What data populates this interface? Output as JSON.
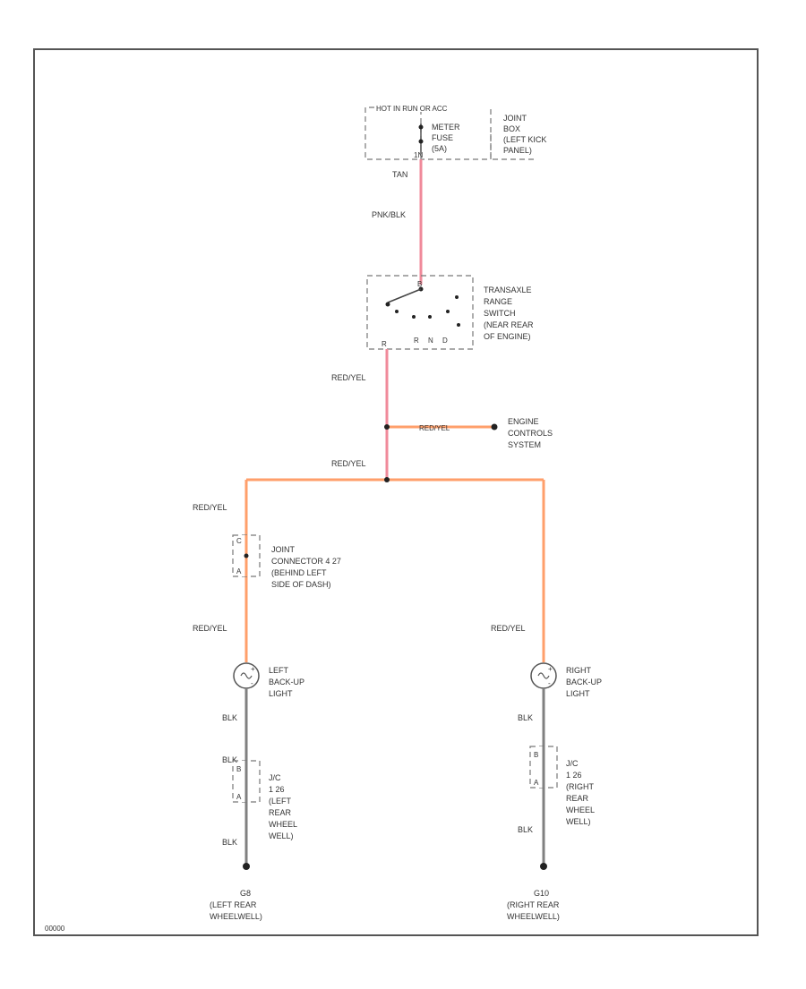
{
  "diagram_id": "00000",
  "colors": {
    "pink_wire": "#f08a9a",
    "orange_wire": "#ff9f6b",
    "gray_wire": "#808080",
    "node": "#222222",
    "border": "#555555"
  },
  "fuse_box": {
    "header": "HOT IN RUN OR ACC",
    "fuse_label": [
      "METER",
      "FUSE",
      "(5A)"
    ],
    "joint_label": [
      "JOINT",
      "BOX",
      "(LEFT KICK",
      "PANEL)"
    ],
    "pin": "1N"
  },
  "wires": {
    "tan": "TAN",
    "pnk_blk": "PNK/BLK",
    "red_yel_1": "RED/YEL",
    "red_yel_branch": "RED/YEL",
    "red_yel_2": "RED/YEL",
    "red_yel_left_top": "RED/YEL",
    "red_yel_left_bottom": "RED/YEL",
    "red_yel_right": "RED/YEL",
    "blk_left_1": "BLK",
    "blk_left_2": "BLK",
    "blk_left_3": "BLK",
    "blk_right_1": "BLK",
    "blk_right_2": "BLK"
  },
  "transaxle_switch": {
    "label": [
      "TRANSAXLE",
      "RANGE",
      "SWITCH",
      "(NEAR REAR",
      "OF ENGINE)"
    ],
    "positions": [
      "R",
      "N",
      "D"
    ],
    "pin_top": "B",
    "pin_bottom": "R"
  },
  "engine_controls": {
    "label": [
      "ENGINE",
      "CONTROLS",
      "SYSTEM"
    ]
  },
  "joint_connector": {
    "label": [
      "JOINT",
      "CONNECTOR 4 27",
      "(BEHIND LEFT",
      "SIDE OF DASH)"
    ],
    "pin_top": "C",
    "pin_bottom": "A"
  },
  "left_light": {
    "label": [
      "LEFT",
      "BACK-UP",
      "LIGHT"
    ],
    "plus": "+",
    "minus": "-"
  },
  "right_light": {
    "label": [
      "RIGHT",
      "BACK-UP",
      "LIGHT"
    ],
    "plus": "+",
    "minus": "-"
  },
  "left_jc": {
    "label": [
      "J/C",
      "1 26",
      "(LEFT",
      "REAR",
      "WHEEL",
      "WELL)"
    ],
    "pin_top": "B",
    "pin_bottom": "A"
  },
  "right_jc": {
    "label": [
      "J/C",
      "1 26",
      "(RIGHT",
      "REAR",
      "WHEEL",
      "WELL)"
    ],
    "pin_top": "B",
    "pin_bottom": "A"
  },
  "left_ground": {
    "id": "G8",
    "label": [
      "(LEFT REAR",
      "WHEELWELL)"
    ]
  },
  "right_ground": {
    "id": "G10",
    "label": [
      "(RIGHT REAR",
      "WHEELWELL)"
    ]
  }
}
